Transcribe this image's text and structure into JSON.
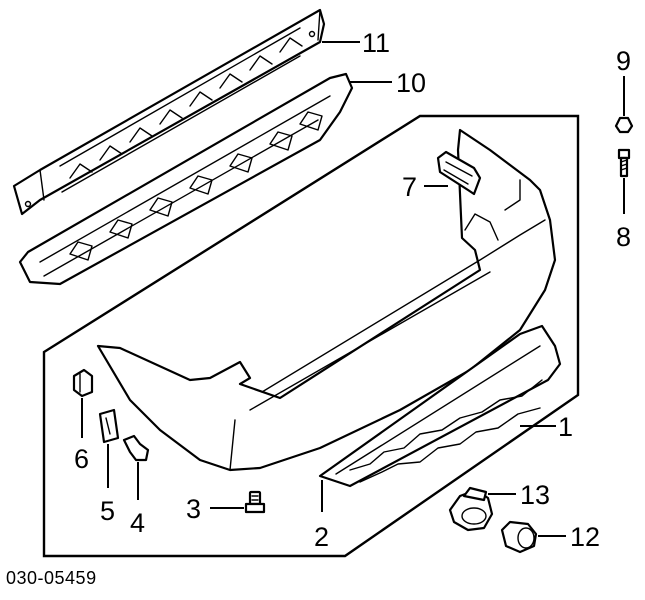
{
  "diagram": {
    "reference_code": "030-05459",
    "callouts": [
      {
        "id": "c1",
        "label": "1"
      },
      {
        "id": "c2",
        "label": "2"
      },
      {
        "id": "c3",
        "label": "3"
      },
      {
        "id": "c4",
        "label": "4"
      },
      {
        "id": "c5",
        "label": "5"
      },
      {
        "id": "c6",
        "label": "6"
      },
      {
        "id": "c7",
        "label": "7"
      },
      {
        "id": "c8",
        "label": "8"
      },
      {
        "id": "c9",
        "label": "9"
      },
      {
        "id": "c10",
        "label": "10"
      },
      {
        "id": "c11",
        "label": "11"
      },
      {
        "id": "c12",
        "label": "12"
      },
      {
        "id": "c13",
        "label": "13"
      }
    ]
  }
}
